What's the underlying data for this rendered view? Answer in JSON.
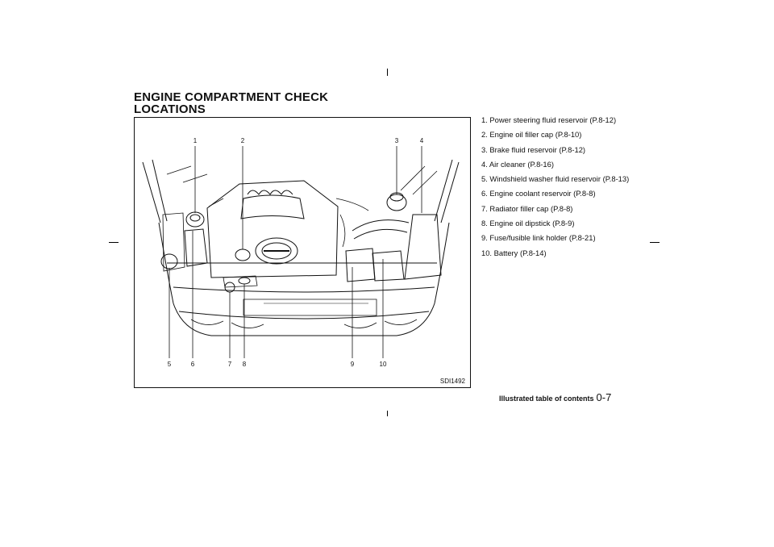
{
  "section": {
    "title_line1": "ENGINE COMPARTMENT CHECK",
    "title_line2": "LOCATIONS"
  },
  "figure": {
    "code": "SDI1492",
    "callouts_top": [
      "1",
      "2",
      "3",
      "4"
    ],
    "callouts_bottom": [
      "5",
      "6",
      "7",
      "8",
      "9",
      "10"
    ]
  },
  "locations": [
    "1. Power steering fluid reservoir (P.8-12)",
    "2. Engine oil filler cap (P.8-10)",
    "3. Brake fluid reservoir (P.8-12)",
    "4. Air cleaner (P.8-16)",
    "5. Windshield washer fluid reservoir (P.8-13)",
    "6. Engine coolant reservoir (P.8-8)",
    "7. Radiator filler cap (P.8-8)",
    "8. Engine oil dipstick (P.8-9)",
    "9. Fuse/fusible link holder (P.8-21)",
    "10.  Battery (P.8-14)"
  ],
  "footer": {
    "label": "Illustrated table of contents",
    "page": "0-7"
  }
}
